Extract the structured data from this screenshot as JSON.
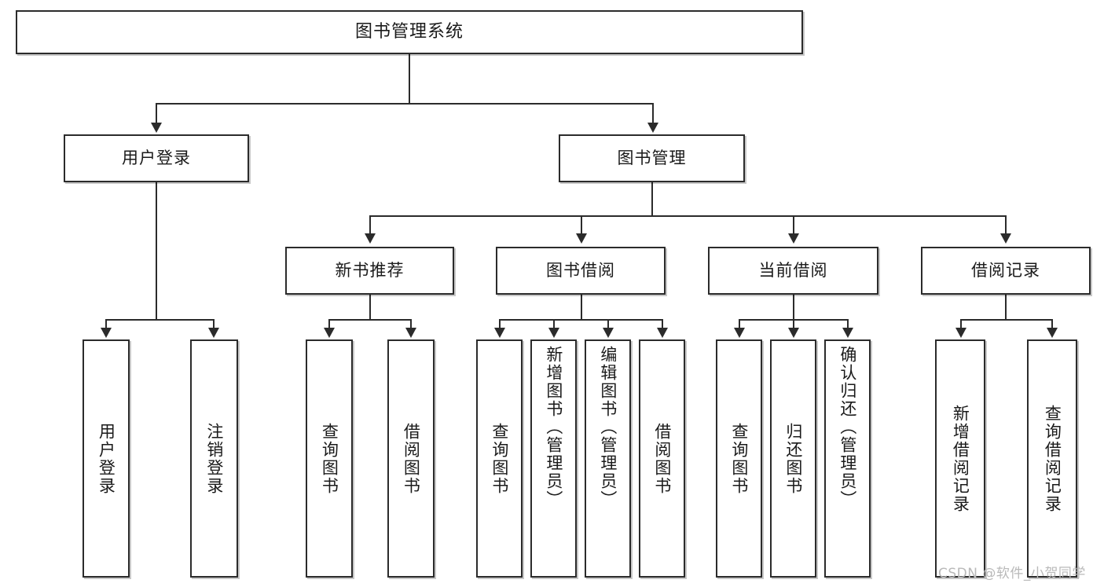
{
  "diagram": {
    "title": "图书管理系统",
    "type": "tree",
    "watermark": "CSDN @软件_小贺同学",
    "colors": {
      "box_border": "#2b2b2b",
      "box_fill": "#ffffff",
      "connector": "#2b2b2b",
      "text": "#1a1a1a",
      "watermark": "#b9b9b9",
      "background": "#ffffff"
    },
    "root": {
      "label": "图书管理系统"
    },
    "level2": [
      {
        "id": "user-login",
        "label": "用户登录"
      },
      {
        "id": "book-manage",
        "label": "图书管理"
      }
    ],
    "level3": [
      {
        "id": "new-book-recommend",
        "label": "新书推荐"
      },
      {
        "id": "book-borrow",
        "label": "图书借阅"
      },
      {
        "id": "current-borrow",
        "label": "当前借阅"
      },
      {
        "id": "borrow-record",
        "label": "借阅记录"
      }
    ],
    "leaves": {
      "user_login": [
        {
          "id": "leaf-user-login",
          "label": "用户登录"
        },
        {
          "id": "leaf-logout-login",
          "label": "注销登录"
        }
      ],
      "new_book_recommend": [
        {
          "id": "leaf-query-book-1",
          "label": "查询图书"
        },
        {
          "id": "leaf-borrow-book-1",
          "label": "借阅图书"
        }
      ],
      "book_borrow": [
        {
          "id": "leaf-query-book-2",
          "label": "查询图书"
        },
        {
          "id": "leaf-add-book-admin",
          "label": "新增图书（管理员）"
        },
        {
          "id": "leaf-edit-book-admin",
          "label": "编辑图书（管理员）"
        },
        {
          "id": "leaf-borrow-book-2",
          "label": "借阅图书"
        }
      ],
      "current_borrow": [
        {
          "id": "leaf-query-book-3",
          "label": "查询图书"
        },
        {
          "id": "leaf-return-book",
          "label": "归还图书"
        },
        {
          "id": "leaf-confirm-return-admin",
          "label": "确认归还（管理员）"
        }
      ],
      "borrow_record": [
        {
          "id": "leaf-add-borrow-record",
          "label": "新增借阅记录"
        },
        {
          "id": "leaf-query-borrow-record",
          "label": "查询借阅记录"
        }
      ]
    }
  }
}
